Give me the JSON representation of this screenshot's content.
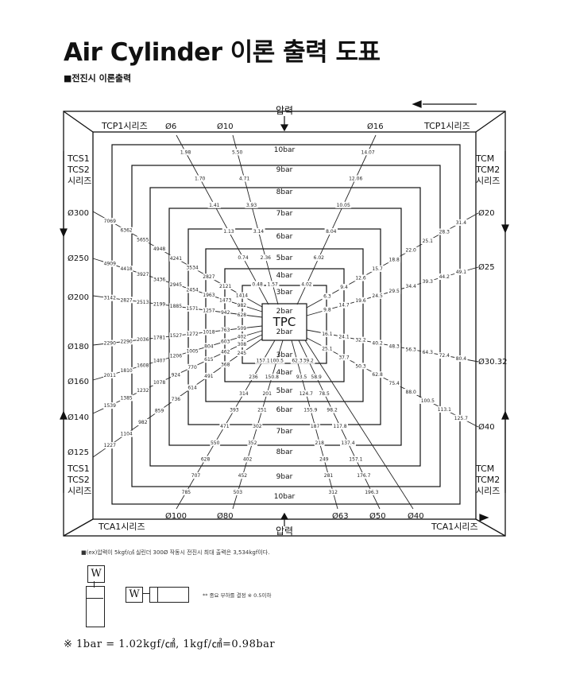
{
  "title": "Air Cylinder 이론 출력 도표",
  "subtitle": "■전진시 이론출력",
  "pressure_label": "압력",
  "center_label": "TPC",
  "series_labels": {
    "tcp1": "TCP1시리즈",
    "tca1": "TCA1시리즈",
    "tcs_top": [
      "TCS1",
      "TCS2",
      "시리즈"
    ],
    "tcs_bottom": [
      "TCS1",
      "TCS2",
      "시리즈"
    ],
    "tcm_top": [
      "TCM",
      "TCM2",
      "시리즈"
    ],
    "tcm_bottom": [
      "TCM",
      "TCM2",
      "시리즈"
    ]
  },
  "bar_levels": [
    "2bar",
    "3bar",
    "4bar",
    "5bar",
    "6bar",
    "7bar",
    "8bar",
    "9bar",
    "10bar"
  ],
  "bar_levels_bottom": [
    "2bar",
    "3bar",
    "4bar",
    "5bar",
    "6bar",
    "7bar",
    "8bar",
    "9bar",
    "10bar"
  ],
  "bores": {
    "top": [
      "Ø6",
      "Ø10",
      "Ø16"
    ],
    "bottom": [
      "Ø100",
      "Ø80",
      "Ø63",
      "Ø50",
      "Ø40"
    ],
    "left": [
      "Ø300",
      "Ø250",
      "Ø200",
      "Ø180",
      "Ø160",
      "Ø140",
      "Ø125"
    ],
    "right": [
      "Ø20",
      "Ø25",
      "Ø30.32",
      "Ø40"
    ]
  },
  "force_values": {
    "d6": [
      "0.48",
      "0.74",
      "1.13",
      "1.41",
      "1.70",
      "1.98"
    ],
    "d10": [
      "1.57",
      "2.36",
      "3.14",
      "3.93",
      "4.71",
      "5.50"
    ],
    "d16": [
      "4.02",
      "6.02",
      "8.04",
      "10.05",
      "12.06",
      "14.07"
    ],
    "d20": [
      "6.3",
      "9.4",
      "12.6",
      "15.7",
      "18.8",
      "22.0",
      "25.1",
      "28.3",
      "31.4"
    ],
    "d25": [
      "9.8",
      "14.7",
      "19.6",
      "24.5",
      "29.5",
      "34.4",
      "39.3",
      "44.2",
      "49.1"
    ],
    "d30": [
      "16.1",
      "24.1",
      "32.2",
      "40.2",
      "48.3",
      "56.3",
      "64.3",
      "72.4",
      "80.4"
    ],
    "d40": [
      "25.1",
      "37.7",
      "50.3",
      "62.8",
      "75.4",
      "88.0",
      "100.5",
      "113.1",
      "125.7"
    ],
    "d50": [
      "39.2",
      "58.9",
      "78.5",
      "98.2",
      "117.8",
      "137.4",
      "157.1",
      "176.7",
      "196.3"
    ],
    "d63": [
      "62.3",
      "93.5",
      "124.7",
      "155.9",
      "187",
      "218",
      "249",
      "281",
      "312"
    ],
    "d80": [
      "100.5",
      "150.8",
      "201",
      "251",
      "302",
      "352",
      "402",
      "452",
      "503"
    ],
    "d100": [
      "157.1",
      "236",
      "314",
      "393",
      "471",
      "550",
      "628",
      "707",
      "785"
    ],
    "d125": [
      "245",
      "368",
      "491",
      "614",
      "736",
      "859",
      "982",
      "1104",
      "1227"
    ],
    "d140": [
      "308",
      "462",
      "615",
      "770",
      "924",
      "1078",
      "1232",
      "1385",
      "1539"
    ],
    "d160": [
      "402",
      "603",
      "804",
      "1005",
      "1206",
      "1407",
      "1608",
      "1810",
      "2011"
    ],
    "d180": [
      "509",
      "763",
      "1018",
      "1272",
      "1527",
      "1781",
      "2036",
      "2290",
      "2290"
    ],
    "d200": [
      "628",
      "942",
      "1257",
      "1571",
      "1885",
      "2199",
      "2513",
      "2827",
      "3142"
    ],
    "d250": [
      "982",
      "1473",
      "1963",
      "2454",
      "2945",
      "3436",
      "3927",
      "4418",
      "4909"
    ],
    "d300": [
      "1414",
      "2121",
      "2827",
      "3534",
      "4241",
      "4948",
      "5655",
      "6362",
      "7069"
    ]
  },
  "note": "■(ex)압력이 5kgf/㎠ 실린더 300Ø 작동시 전진시 최대 출력은 3,534kgf이다.",
  "w_label": "W",
  "w_note": "** 중요 부하를 결정 ※ 0.5이하",
  "footer": "※ 1bar = 1.02kgf/㎠, 1kgf/㎠=0.98bar"
}
